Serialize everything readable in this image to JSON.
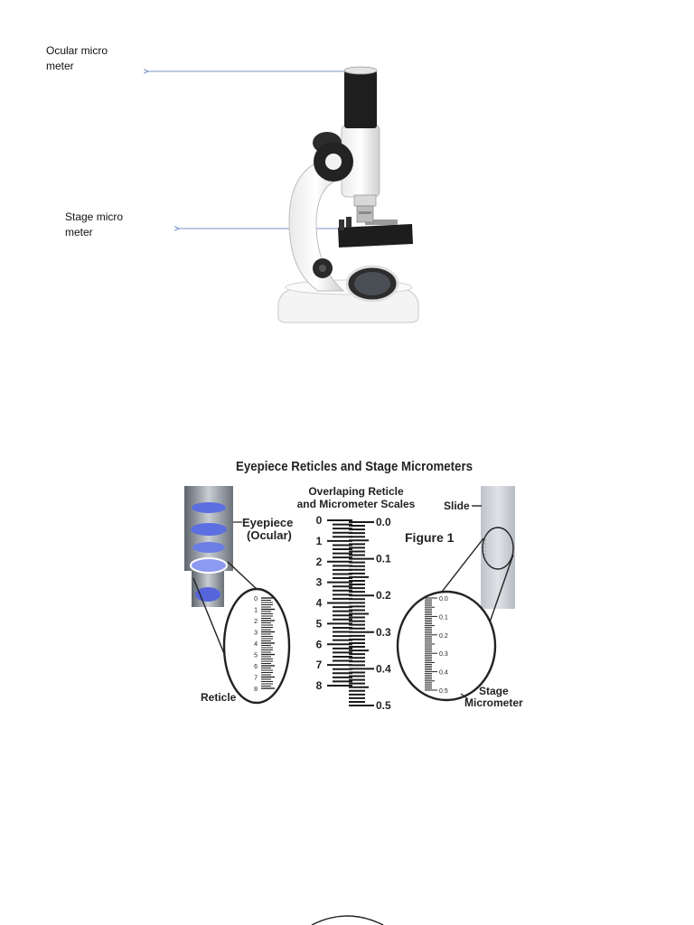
{
  "labels": {
    "ocular": "Ocular micro\nmeter",
    "stage": "Stage micro\nmeter"
  },
  "figure": {
    "title": "Eyepiece Reticles and Stage Micrometers",
    "center_heading_line1": "Overlaping Reticle",
    "center_heading_line2": "and Micrometer Scales",
    "eyepiece_line1": "Eyepiece",
    "eyepiece_line2": "(Ocular)",
    "slide": "Slide",
    "figure_label": "Figure 1",
    "reticle": "Reticle",
    "stage_line1": "Stage",
    "stage_line2": "Micrometer",
    "reticle_scale": [
      "0",
      "1",
      "2",
      "3",
      "4",
      "5",
      "6",
      "7",
      "8"
    ],
    "micrometer_scale": [
      "0.0",
      "0.1",
      "0.2",
      "0.3",
      "0.4",
      "0.5"
    ],
    "stage_scale": [
      "0.0",
      "0.1",
      "0.2",
      "0.3",
      "0.4",
      "0.5"
    ]
  },
  "colors": {
    "arrow": "#4a6fb5",
    "ink": "#1a1a1a",
    "lens_blue": "#5b6fe0",
    "slide_gray": "#c9ccd2"
  }
}
